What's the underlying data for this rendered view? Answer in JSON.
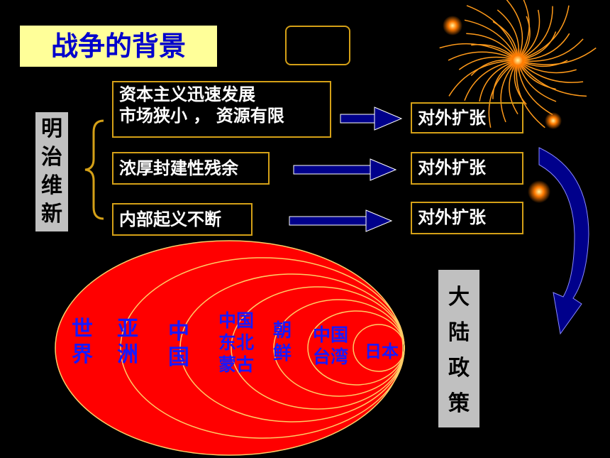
{
  "title": "战争的背景",
  "meiji": "明治维新",
  "causes": [
    {
      "line1": "资本主义迅速发展",
      "line2": "市场狭小 ， 资源有限"
    },
    {
      "line1": "浓厚封建性残余"
    },
    {
      "line1": "内部起义不断"
    }
  ],
  "results": [
    "对外扩张",
    "对外扩张",
    "对外扩张"
  ],
  "policy": "大陆政策",
  "rings": [
    {
      "label": "世界"
    },
    {
      "label": "亚洲"
    },
    {
      "label": "中国"
    },
    {
      "label": "中国东北蒙古"
    },
    {
      "label": "朝鲜"
    },
    {
      "label": "中国台湾"
    },
    {
      "label": "日本"
    }
  ],
  "colors": {
    "title_bg": "#ffff99",
    "title_text": "#0000cc",
    "box_border": "#d4a017",
    "ellipse_fill": "#ff0000",
    "arrow": "#00008b",
    "label_blue": "#1818ff"
  }
}
